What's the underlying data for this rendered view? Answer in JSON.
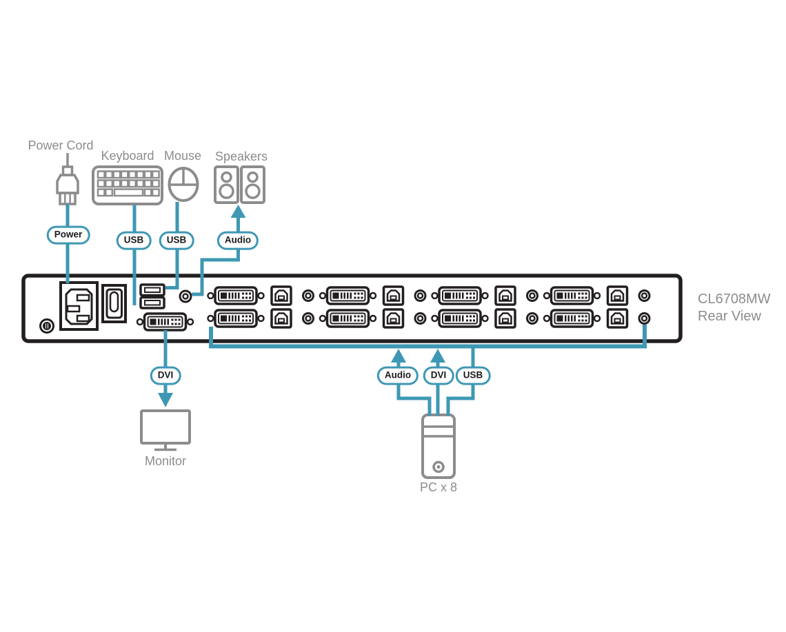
{
  "device": {
    "model": "CL6708MW",
    "view_label": "Rear View",
    "kvm_port_sets": 8,
    "port_set_contents": [
      "dvi-port",
      "usb-b-port",
      "audio-jack"
    ],
    "console_ports": [
      "ground-screw",
      "ac-power-inlet",
      "power-switch",
      "usb-a-port",
      "usb-a-port",
      "audio-jack",
      "dvi-port"
    ]
  },
  "peripherals": {
    "power_cord": "Power Cord",
    "keyboard": "Keyboard",
    "mouse": "Mouse",
    "speakers": "Speakers",
    "monitor": "Monitor",
    "pc_group": "PC x 8"
  },
  "cable_pills": {
    "power": "Power",
    "keyboard_usb": "USB",
    "mouse_usb": "USB",
    "speakers_audio": "Audio",
    "monitor_dvi": "DVI",
    "pc_audio": "Audio",
    "pc_dvi": "DVI",
    "pc_usb": "USB"
  },
  "icons": {
    "power_cord": "power-plug-icon",
    "keyboard": "keyboard-icon",
    "mouse": "mouse-icon",
    "speakers": "speakers-icon",
    "monitor": "monitor-icon",
    "pc": "pc-tower-icon"
  },
  "colors": {
    "cable": "#3E98B4",
    "panel_outline": "#231F20",
    "peripheral_gray": "#8C8C8C",
    "background": "#FFFFFF",
    "pill_fill": "#FFFFFF",
    "pill_text": "#1A1A1A"
  }
}
